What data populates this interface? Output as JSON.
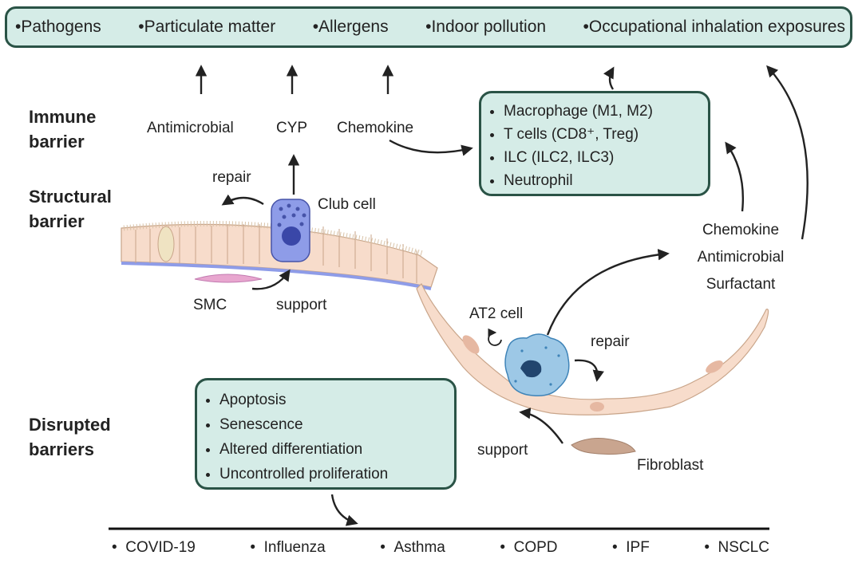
{
  "exposures": [
    "Pathogens",
    "Particulate matter",
    "Allergens",
    "Indoor pollution",
    "Occupational inhalation exposures"
  ],
  "sections": {
    "immune": [
      "Immune",
      "barrier"
    ],
    "structural": [
      "Structural",
      "barrier"
    ],
    "disrupted": [
      "Disrupted",
      "barriers"
    ]
  },
  "immune_outputs": [
    "Antimicrobial",
    "CYP",
    "Chemokine"
  ],
  "immune_cells": [
    "Macrophage (M1, M2)",
    "T cells (CD8⁺, Treg)",
    "ILC (ILC2, ILC3)",
    "Neutrophil"
  ],
  "labels": {
    "repair_top": "repair",
    "club_cell": "Club cell",
    "smc": "SMC",
    "support_smc": "support",
    "at2_cell": "AT2 cell",
    "repair_at2": "repair",
    "support_fib": "support",
    "fibroblast": "Fibroblast"
  },
  "at2_outputs": [
    "Chemokine",
    "Antimicrobial",
    "Surfactant"
  ],
  "disruption": [
    "Apoptosis",
    "Senescence",
    "Altered differentiation",
    "Uncontrolled proliferation"
  ],
  "diseases": [
    "COVID-19",
    "Influenza",
    "Asthma",
    "COPD",
    "IPF",
    "NSCLC"
  ],
  "colors": {
    "box_fill": "#d5ece7",
    "box_border": "#2a5346",
    "epithelium": "#f7dccb",
    "club_cell": "#8e9ce8",
    "at2_cell": "#9dc8e6",
    "smc": "#e8a6cf",
    "fibroblast": "#c9a58f"
  }
}
